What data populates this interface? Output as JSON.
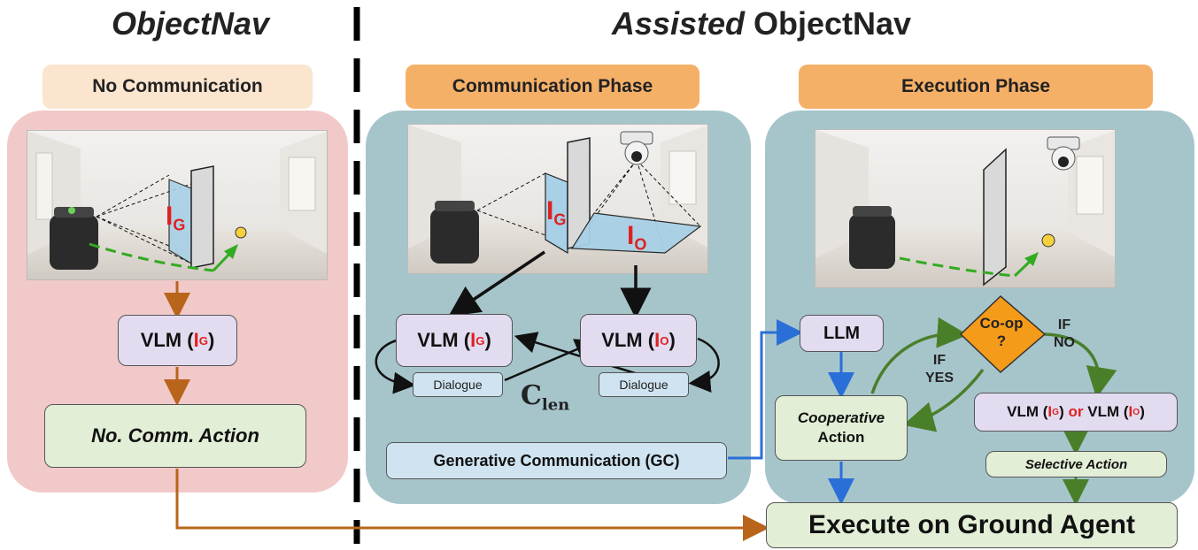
{
  "headings": {
    "objectnav": "ObjectNav",
    "assisted_prefix": "Assisted",
    "assisted_suffix": "ObjectNav"
  },
  "phase_labels": {
    "no_comm": "No Communication",
    "comm_phase": "Communication Phase",
    "exec_phase": "Execution Phase"
  },
  "image_tokens": {
    "ground": {
      "letter": "I",
      "sub": "G"
    },
    "overhead": {
      "letter": "I",
      "sub": "O"
    }
  },
  "nodes": {
    "vlm_prefix": "VLM (",
    "vlm_suffix": ")",
    "or_word": "or",
    "no_comm_action": "No. Comm. Action",
    "dialogue": "Dialogue",
    "c_len_main": "C",
    "c_len_sub": "len",
    "generative_comm": "Generative Communication (GC)",
    "llm": "LLM",
    "cooperative_action_line1": "Cooperative",
    "cooperative_action_line2": "Action",
    "coop_decision_line1": "Co-op",
    "coop_decision_line2": "?",
    "if_yes_line1": "IF",
    "if_yes_line2": "YES",
    "if_no_line1": "IF",
    "if_no_line2": "NO",
    "selective_action": "Selective Action",
    "execute": "Execute on Ground Agent"
  },
  "colors": {
    "objectnav_panel": "#f2c9c9",
    "assisted_panel": "#a6c5cb",
    "no_comm_label_bg": "#fbe5cf",
    "phase_label_bg": "#f5b068",
    "vlm_node": "#e3dcf0",
    "action_node": "#e2eed6",
    "dialogue_node": "#cfe3f0",
    "decision_diamond": "#f59b1a",
    "arrow_brown": "#b8651b",
    "arrow_blue": "#2a6fd8",
    "arrow_green": "#4a7f2a",
    "token_red": "#e02020"
  }
}
